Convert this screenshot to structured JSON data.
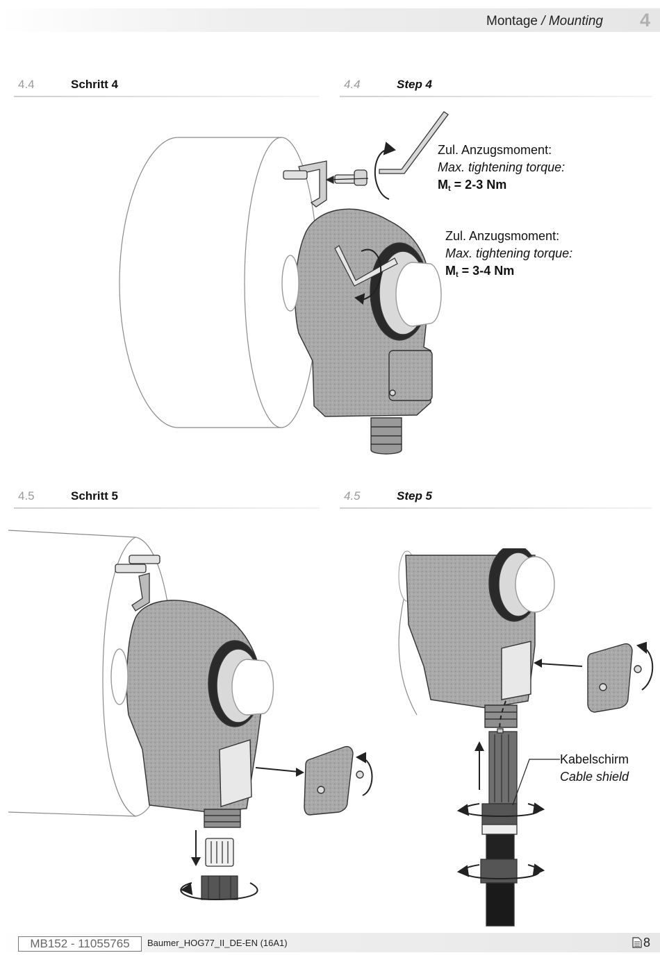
{
  "header": {
    "title_de": "Montage",
    "separator": " / ",
    "title_en": "Mounting",
    "chapter": "4"
  },
  "sections": [
    {
      "number": "4.4",
      "title": "Schritt 4"
    },
    {
      "number": "4.4",
      "title": "Step 4"
    },
    {
      "number": "4.5",
      "title": "Schritt 5"
    },
    {
      "number": "4.5",
      "title": "Step 5"
    }
  ],
  "torque_labels": [
    {
      "de": "Zul. Anzugsmoment:",
      "en": "Max. tightening torque:",
      "symbol": "M",
      "subscript": "t",
      "value": " = 2-3 Nm"
    },
    {
      "de": "Zul. Anzugsmoment:",
      "en": "Max. tightening torque:",
      "symbol": "M",
      "subscript": "t",
      "value": " = 3-4 Nm"
    }
  ],
  "cable_label": {
    "de": "Kabelschirm",
    "en": "Cable shield"
  },
  "footer": {
    "doc_number": "MB152 - 11055765",
    "doc_name": "Baumer_HOG77_II_DE-EN (16A1)",
    "page": "8"
  },
  "icons": {
    "page": "document-icon",
    "rotate": "rotate-arrow-icon"
  }
}
